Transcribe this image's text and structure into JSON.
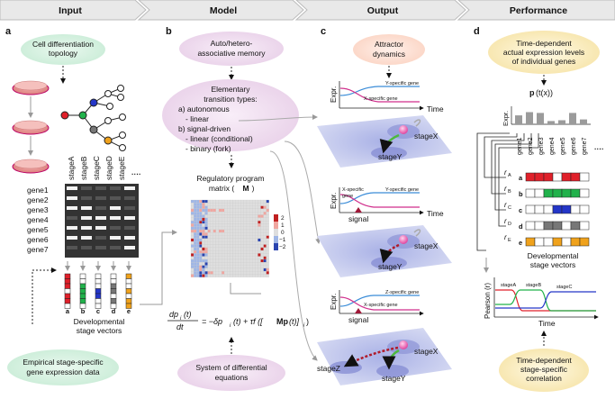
{
  "header": {
    "steps": [
      "Input",
      "Model",
      "Output",
      "Performance"
    ]
  },
  "panels": {
    "a": {
      "label": "a",
      "topology_bubble": [
        "Cell differentiation",
        "topology"
      ],
      "stages": [
        "stageA",
        "stageB",
        "stageC",
        "stageD",
        "stageE"
      ],
      "stage_colors": [
        "#e0202a",
        "#21b24b",
        "#2436c8",
        "#777777",
        "#f0a21c"
      ],
      "more": "····",
      "genes": [
        "gene1",
        "gene2",
        "gene3",
        "gene4",
        "gene5",
        "gene6",
        "gene7"
      ],
      "vector_letters": [
        "a",
        "b",
        "c",
        "d",
        "e"
      ],
      "caption": [
        "Developmental",
        "stage vectors"
      ],
      "bottom_bubble": [
        "Empirical stage-specific",
        "gene expression data"
      ]
    },
    "b": {
      "label": "b",
      "top_bubble": [
        "Auto/hetero-",
        "associative memory"
      ],
      "types": [
        "Elementary",
        "transition types:",
        "a) autonomous",
        "- linear",
        "b) signal-driven",
        "- linear (conditional)",
        "- binary (fork)"
      ],
      "matrix_title": [
        "Regulatory program",
        "matrix ("
      ],
      "matrix_symbol": "M",
      "matrix_close": ")",
      "colorbar_ticks": [
        "2",
        "1",
        "0",
        "−1",
        "−2"
      ],
      "equation_lhs_num": "dp",
      "equation_lhs_sub": "i",
      "equation_lhs_t": "(t)",
      "equation_lhs_den": "dt",
      "equation_rhs": "= −δp",
      "equation_rhs_sub": "i",
      "equation_rhs2": "(t) + τf ([",
      "equation_rhs_M": "Mp",
      "equation_rhs3": "(t)]",
      "equation_rhs_sub2": "i",
      "equation_rhs4": ")",
      "bottom_bubble": [
        "System of differential",
        "equations"
      ]
    },
    "c": {
      "label": "c",
      "top_bubble": [
        "Attractor",
        "dynamics"
      ],
      "plot1": {
        "ylabel": "Expr.",
        "xlabel": "Time",
        "gene_top": "Y-specific gene",
        "gene_bottom": "X-specific gene"
      },
      "plot2": {
        "ylabel": "Expr.",
        "xlabel": "Time",
        "gene_top": "Y-specific gene",
        "gene_bottom": "X-specific",
        "gene_bottom2": "gene",
        "signal": "signal"
      },
      "plot3": {
        "ylabel": "Expr.",
        "gene_top": "Z-specific gene",
        "gene_bottom": "X-specific gene",
        "signal": "signal"
      },
      "landscape_labels": [
        "stageX",
        "stageY",
        "stageX",
        "stageY",
        "stageX",
        "stageZ",
        "stageY"
      ]
    },
    "d": {
      "label": "d",
      "top_bubble": [
        "Time-dependent",
        "actual expression levels",
        "of individual genes"
      ],
      "p_label": "p",
      "p_arg": "(t(x))",
      "bar_ylabel": "Expr.",
      "bar_genes": [
        "gene1",
        "gene2",
        "gene3",
        "gene4",
        "gene5",
        "gene6",
        "gene7"
      ],
      "bar_values": [
        0.55,
        0.75,
        0.7,
        0.2,
        0.25,
        0.7,
        0.3
      ],
      "bar_more": "····",
      "r_labels": [
        "r",
        "r",
        "r",
        "r",
        "r"
      ],
      "r_subs": [
        "A",
        "B",
        "C",
        "D",
        "E"
      ],
      "vector_letters": [
        "a",
        "b",
        "c",
        "d",
        "e"
      ],
      "caption": [
        "Developmental",
        "stage vectors"
      ],
      "pearson_ylabel": "Pearson (r)",
      "pearson_xlabel": "Time",
      "pearson_series": [
        "stageA",
        "stageB",
        "stageC"
      ],
      "bottom_bubble": [
        "Time-dependent",
        "stage-specific",
        "correlation"
      ]
    }
  }
}
